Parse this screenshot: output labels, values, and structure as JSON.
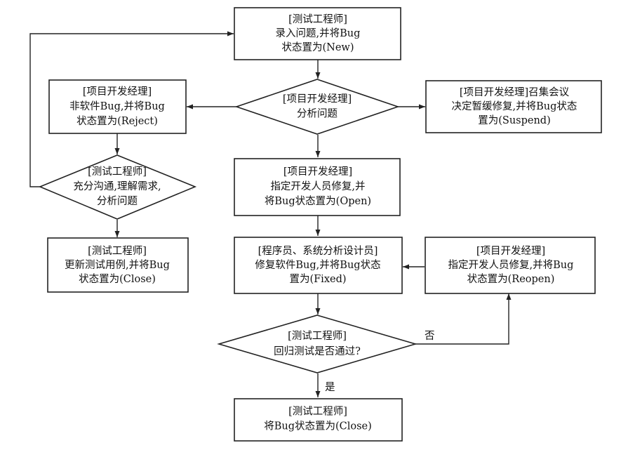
{
  "nodes": {
    "record": {
      "lines": [
        "[测试工程师]",
        "录入问题,并将Bug",
        "状态置为(New)"
      ]
    },
    "analyze": {
      "lines": [
        "[项目开发经理]",
        "分析问题"
      ]
    },
    "reject": {
      "lines": [
        "[项目开发经理]",
        "非软件Bug,并将Bug",
        "状态置为(Reject)"
      ]
    },
    "suspend": {
      "lines": [
        "[项目开发经理]召集会议",
        "决定暂缓修复,并将Bug状态",
        "置为(Suspend)"
      ]
    },
    "communicate": {
      "lines": [
        "[测试工程师]",
        "充分沟通,理解需求,",
        "分析问题"
      ]
    },
    "open": {
      "lines": [
        "[项目开发经理]",
        "指定开发人员修复,并",
        "将Bug状态置为(Open)"
      ]
    },
    "update_case": {
      "lines": [
        "[测试工程师]",
        "更新测试用例,并将Bug",
        "状态置为(Close)"
      ]
    },
    "fix": {
      "lines": [
        "[程序员、系统分析设计员]",
        "修复软件Bug,并将Bug状态",
        "置为(Fixed)"
      ]
    },
    "reopen": {
      "lines": [
        "[项目开发经理]",
        "指定开发人员修复,并将Bug",
        "状态置为(Reopen)"
      ]
    },
    "regression": {
      "lines": [
        "[测试工程师]",
        "回归测试是否通过?"
      ]
    },
    "close": {
      "lines": [
        "[测试工程师]",
        "将Bug状态置为(Close)"
      ]
    }
  },
  "edge_labels": {
    "no": "否",
    "yes": "是"
  }
}
